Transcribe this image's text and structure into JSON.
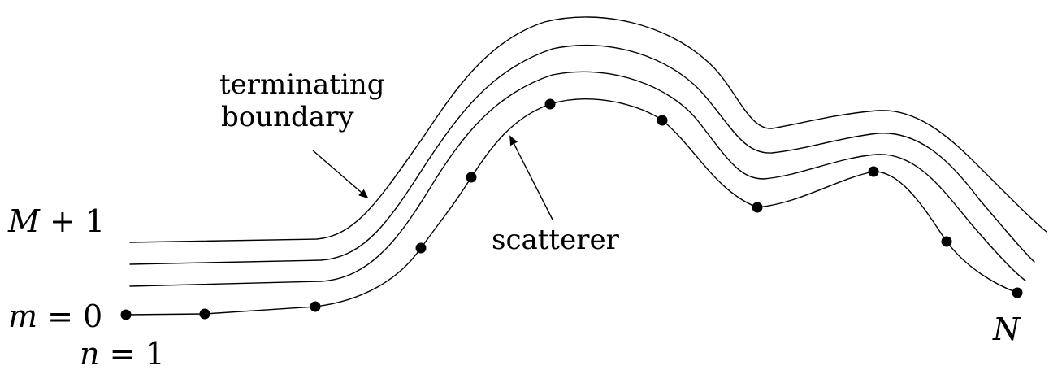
{
  "labels": {
    "terminating_line1": "terminating",
    "terminating_line2": "boundary",
    "scatterer": "scatterer",
    "top_index_var": "M",
    "top_index_rest": " + 1",
    "m_index_var": "m",
    "m_index_rest": " = 0",
    "n_index_var": "n",
    "n_index_rest": " = 1",
    "end_node": "N"
  },
  "colors": {
    "line": "#000000",
    "background": "#ffffff"
  }
}
